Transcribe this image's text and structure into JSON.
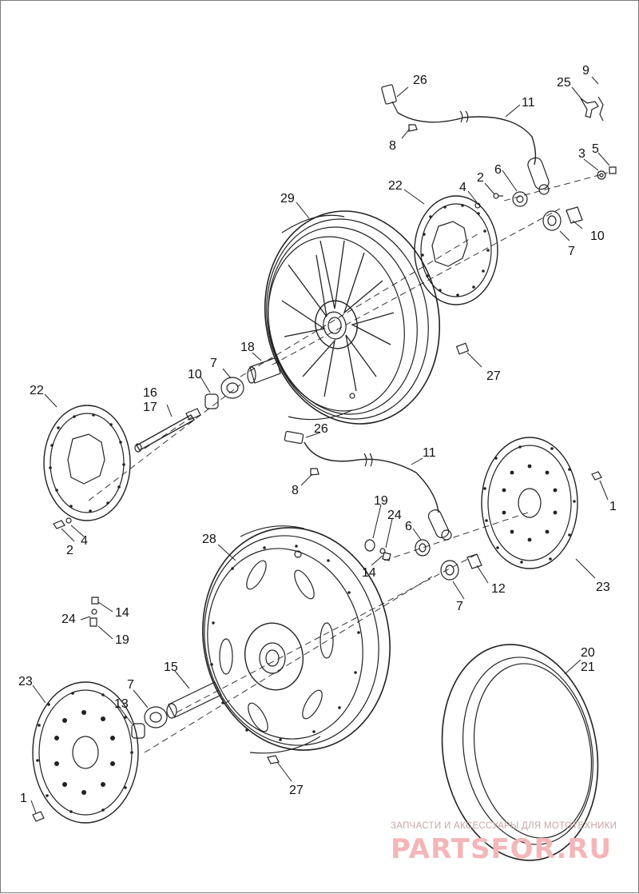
{
  "labels": {
    "l26a": "26",
    "l11a": "11",
    "l9": "9",
    "l25": "25",
    "l8a": "8",
    "l3": "3",
    "l5": "5",
    "l2a": "2",
    "l6a": "6",
    "l4a": "4",
    "l22a": "22",
    "l29": "29",
    "l10a": "10",
    "l7a": "7",
    "l27a": "27",
    "l18": "18",
    "l7b": "7",
    "l10b": "10",
    "l16": "16",
    "l17": "17",
    "l22b": "22",
    "l26b": "26",
    "l11b": "11",
    "l8b": "8",
    "l2b": "2",
    "l4b": "4",
    "l1a": "1",
    "l19a": "19",
    "l24a": "24",
    "l6b": "6",
    "l28": "28",
    "l14a": "14",
    "l12": "12",
    "l7c": "7",
    "l23a": "23",
    "l14b": "14",
    "l24b": "24",
    "l19b": "19",
    "l15": "15",
    "l20": "20",
    "l21": "21",
    "l23b": "23",
    "l7d": "7",
    "l13": "13",
    "l1b": "1",
    "l27b": "27"
  },
  "watermark": {
    "tagline": "ЗАПЧАСТИ И АКСЕССУАРЫ ДЛЯ МОТОТЕХНИКИ",
    "brand": "PARTSFOR.RU"
  }
}
